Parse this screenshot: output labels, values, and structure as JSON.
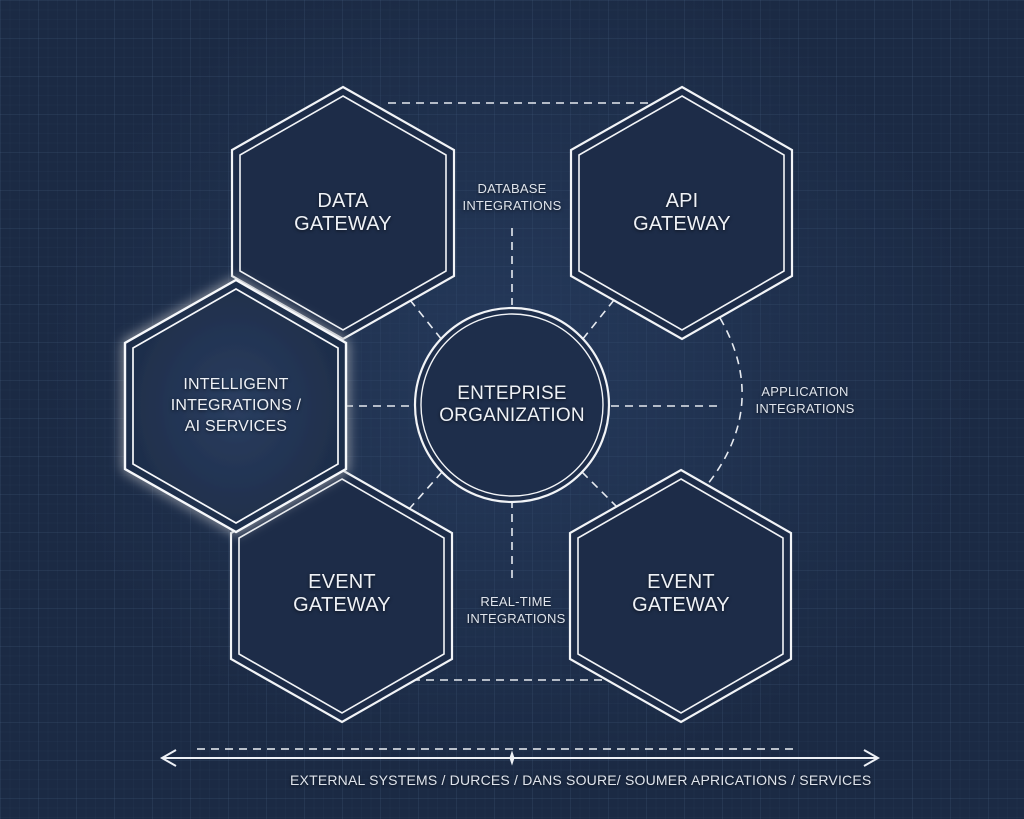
{
  "colors": {
    "background": "#1b2a44",
    "hex_fill": "#1d2c48",
    "stroke": "#f2f4f7",
    "text": "#eef1f6"
  },
  "hub": {
    "line1": "ENTEPRISE",
    "line2": "ORGANIZATION"
  },
  "hexagons": [
    {
      "id": "data-gateway",
      "line1": "DATA",
      "line2": "GATEWAY",
      "line3": ""
    },
    {
      "id": "api-gateway",
      "line1": "API",
      "line2": "GATEWAY",
      "line3": ""
    },
    {
      "id": "intelligent-integrations",
      "line1": "INTELLIGENT",
      "line2": "INTEGRATIONS /",
      "line3": "AI SERVICES"
    },
    {
      "id": "event-gateway-left",
      "line1": "EVENT",
      "line2": "GATEWAY",
      "line3": ""
    },
    {
      "id": "event-gateway-right",
      "line1": "EVENT",
      "line2": "GATEWAY",
      "line3": ""
    }
  ],
  "connections": {
    "database": {
      "line1": "DATABASE",
      "line2": "INTEGRATIONS"
    },
    "application": {
      "line1": "APPLICATION",
      "line2": "INTEGRATIONS"
    },
    "realtime": {
      "line1": "REAL-TIME",
      "line2": "INTEGRATIONS"
    }
  },
  "footer": {
    "label": "EXTERNAL SYSTEMS / DURCES / DANS SOURE/ SOUMER APRICATIONS / SERVICES"
  }
}
